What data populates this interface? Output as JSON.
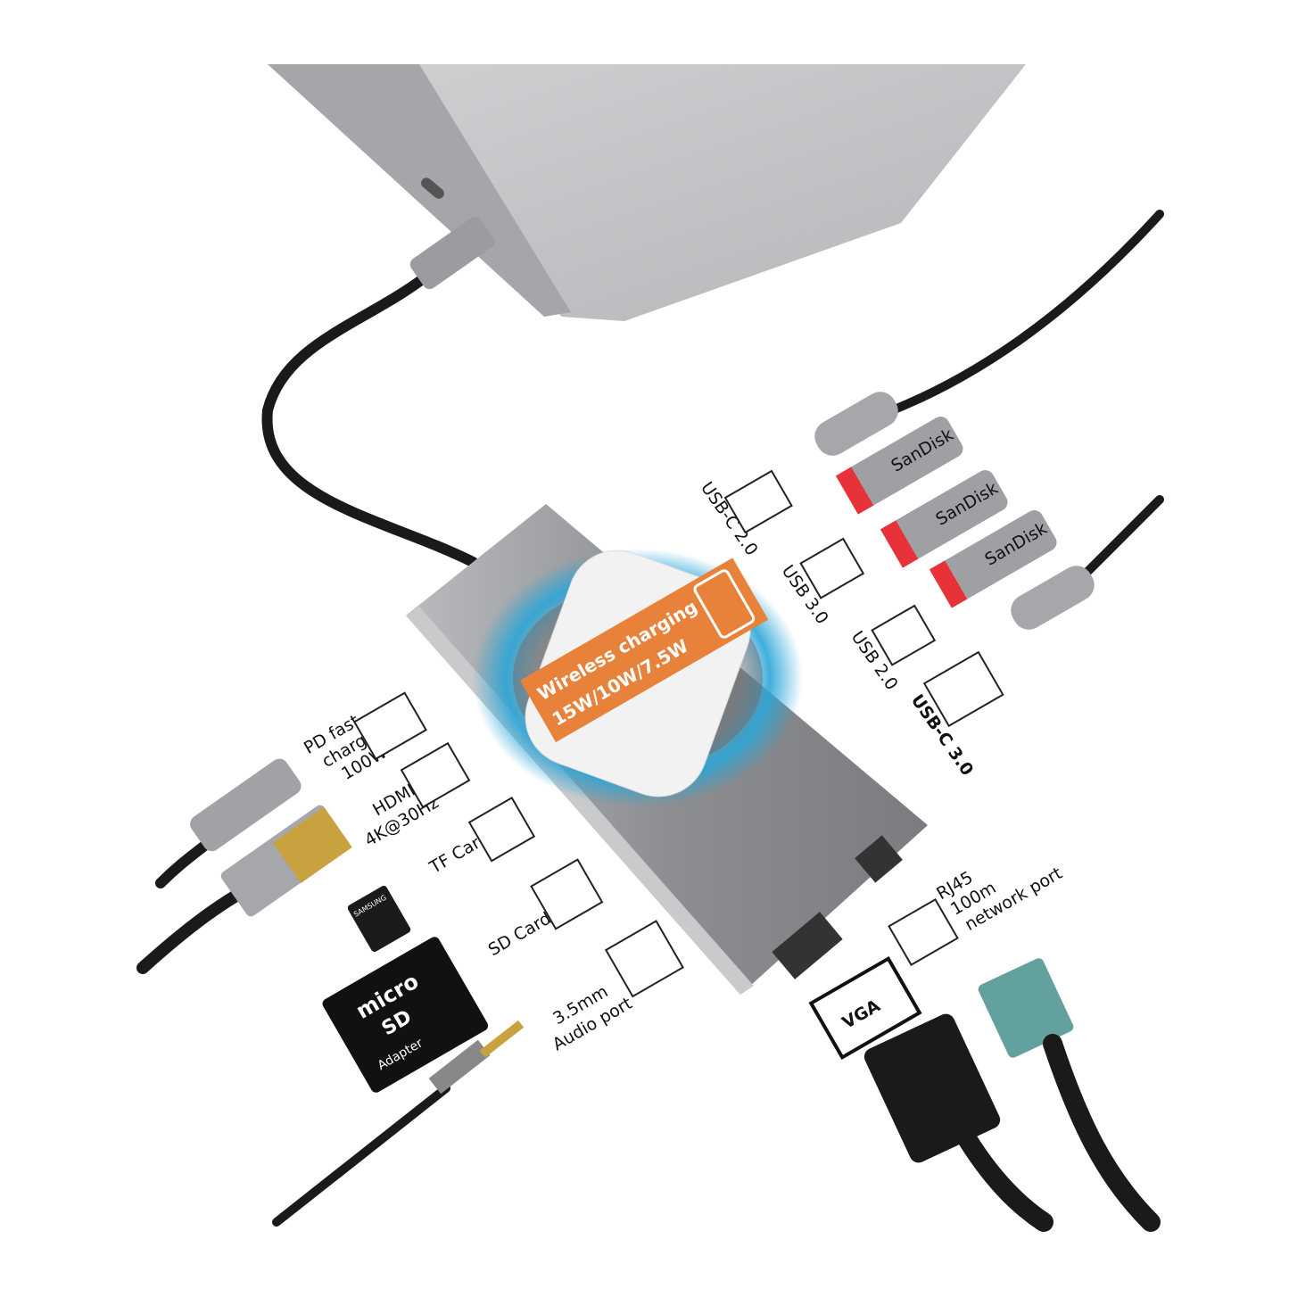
{
  "labels": {
    "usbc20": "USB-C 2.0",
    "usb30": "USB 3.0",
    "usb20": "USB 2.0",
    "usbc30": "USB-C 3.0",
    "pd_line1": "PD fast",
    "pd_line2": "charge",
    "pd_line3": "100W",
    "hdmi_line1": "HDMI",
    "hdmi_line2": "4K@30Hz",
    "tf": "TF Card",
    "sd": "SD Card",
    "audio_line1": "3.5mm",
    "audio_line2": "Audio port",
    "rj45_line1": "RJ45",
    "rj45_line2": "100m",
    "rj45_line3": "network port",
    "vga": "VGA"
  },
  "wireless": {
    "line1": "Wireless charging",
    "line2": "15W/10W/7.5W"
  },
  "brands": {
    "flash": "SanDisk",
    "tf_card": "SAMSUNG",
    "sd_adapter_line1": "micro",
    "sd_adapter_line2": "SD",
    "sd_adapter_line3": "Adapter"
  },
  "colors": {
    "accent_orange": "#e8823a",
    "ring_blue": "#2aa6d8",
    "hub_gray": "#8d8f92",
    "usb_red": "#e8323a"
  }
}
